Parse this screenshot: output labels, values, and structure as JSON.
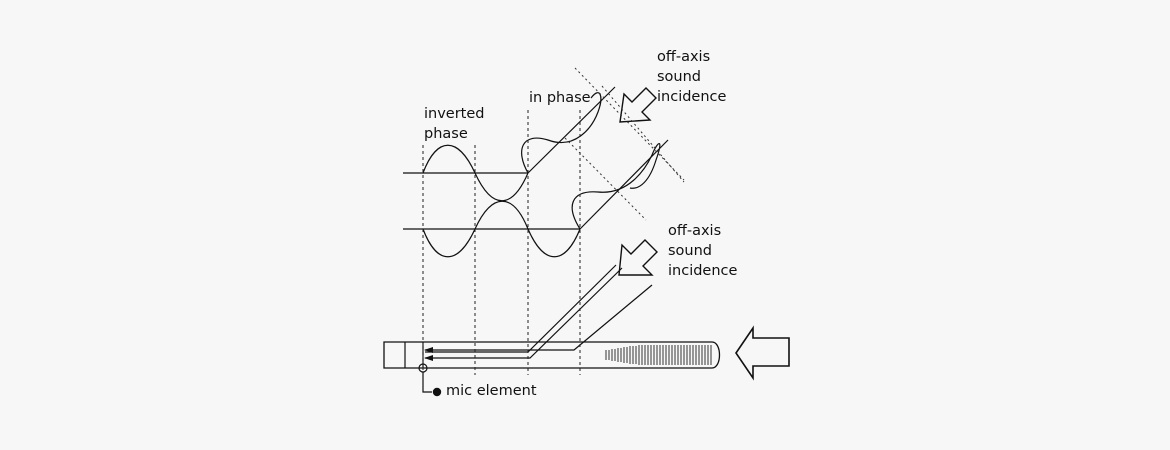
{
  "labels": {
    "inverted_phase_line1": "inverted",
    "inverted_phase_line2": "phase",
    "in_phase": "in phase",
    "off_axis_top_line1": "off-axis",
    "off_axis_top_line2": "sound",
    "off_axis_top_line3": "incidence",
    "off_axis_mid_line1": "off-axis",
    "off_axis_mid_line2": "sound",
    "off_axis_mid_line3": "incidence",
    "mic_element": "mic element"
  },
  "colors": {
    "background": "#f7f7f7",
    "line": "#111111"
  }
}
